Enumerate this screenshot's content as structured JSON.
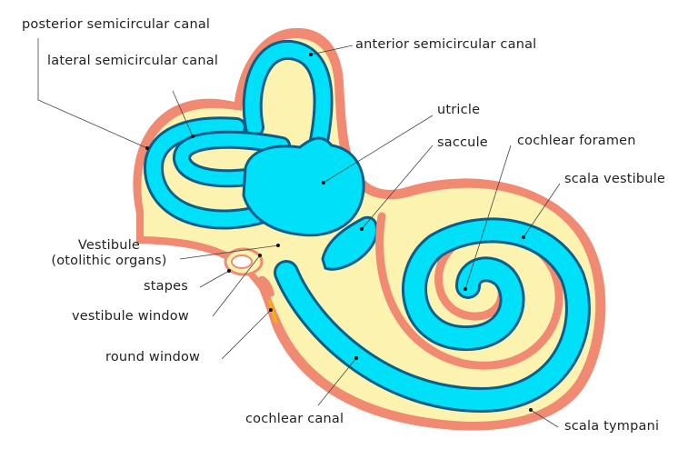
{
  "diagram": {
    "title": "Inner ear anatomy",
    "colors": {
      "bony_wall": "#f08a72",
      "perilymph": "#fdf3b0",
      "endolymph": "#00e0f8",
      "membrane_outline": "#0a5e8a",
      "round_window": "#f2b800",
      "leader_line": "#444444",
      "text": "#222222"
    },
    "labels": {
      "posterior_canal": "posterior semicircular canal",
      "lateral_canal": "lateral semicircular canal",
      "anterior_canal": "anterior semicircular canal",
      "utricle": "utricle",
      "saccule": "saccule",
      "cochlear_foramen": "cochlear foramen",
      "scala_vestibule": "scala vestibule",
      "vestibule_line1": "Vestibule",
      "vestibule_line2": "(otolithic organs)",
      "stapes": "stapes",
      "vestibule_window": "vestibule window",
      "round_window": "round window",
      "cochlear_canal": "cochlear canal",
      "scala_tympani": "scala tympani"
    }
  }
}
